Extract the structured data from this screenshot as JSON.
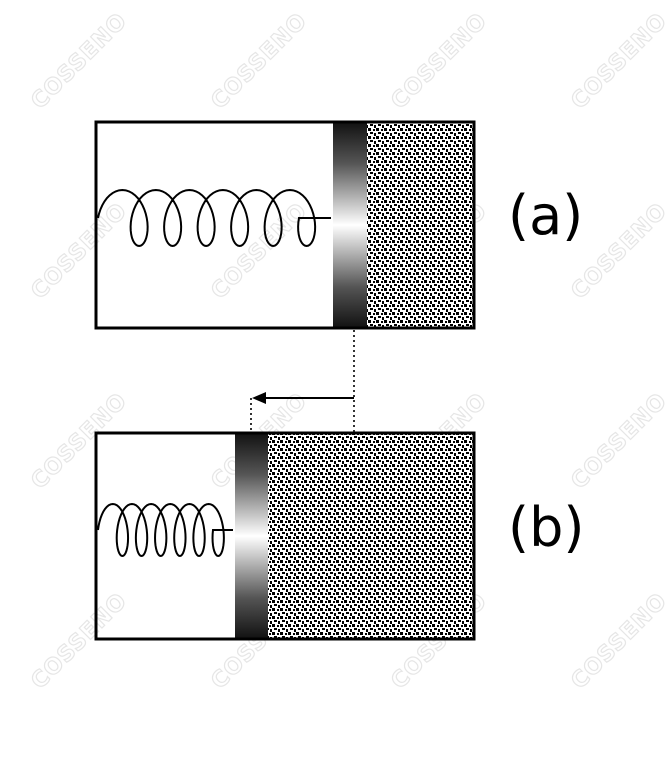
{
  "diagram": {
    "labels": {
      "a": "(a)",
      "b": "(b)"
    },
    "watermark_text": "COSSENO",
    "colors": {
      "line": "#000000",
      "background": "#ffffff",
      "watermark": "#e6e6e6"
    }
  }
}
